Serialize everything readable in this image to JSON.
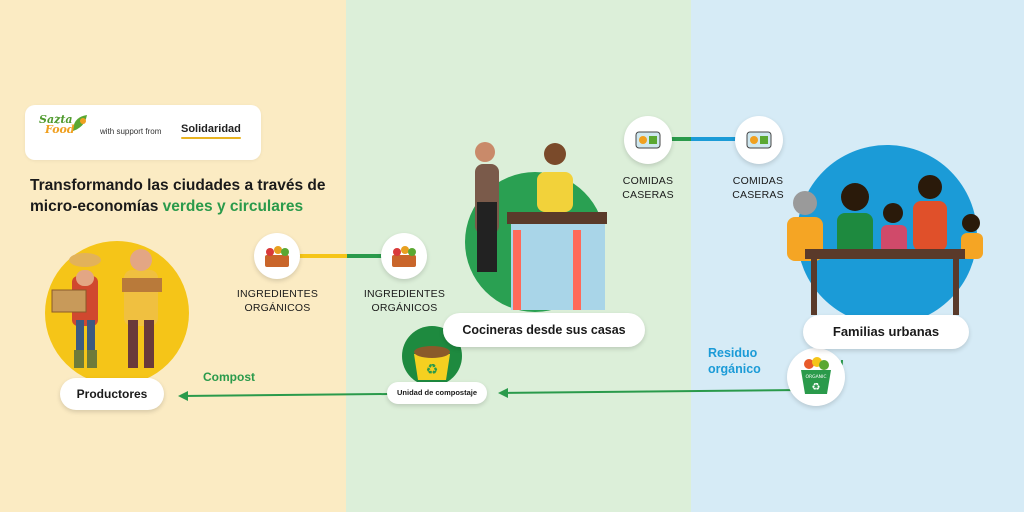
{
  "logo": {
    "brand_line1": "Sazta",
    "brand_line2": "Food",
    "support_text": "with support from",
    "partner": "Solidaridad"
  },
  "headline": {
    "line1": "Transformando las ciudades a través de",
    "line2_plain": "micro-economías ",
    "line2_highlight": "verdes y circulares"
  },
  "nodes": {
    "productores": "Productores",
    "cocineras": "Cocineras desde sus casas",
    "familias": "Familias urbanas",
    "compostaje": "Unidad de compostaje"
  },
  "flows": {
    "ingredientes_1": "INGREDIENTES\nORGÁNICOS",
    "ingredientes_2": "INGREDIENTES\nORGÁNICOS",
    "comidas_1": "COMIDAS\nCASERAS",
    "comidas_2": "COMIDAS\nCASERAS",
    "compost": "Compost",
    "residuo": "Residuo\norgánico",
    "organic_bin": "ORGANIC"
  },
  "colors": {
    "left_bg": "#fbebc3",
    "mid_bg": "#dcefd9",
    "right_bg": "#d6ebf6",
    "green": "#2a9a4b",
    "yellow": "#f5c518",
    "blue": "#1b9bd7",
    "dark_green": "#1e8a3f"
  }
}
